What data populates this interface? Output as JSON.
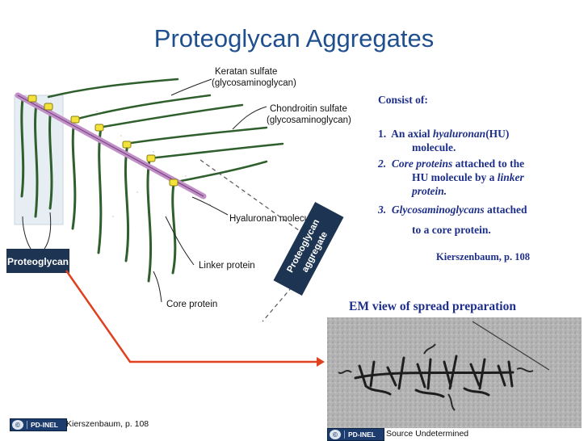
{
  "title": "Proteoglycan Aggregates",
  "diagram": {
    "labels": {
      "keratan": [
        "Keratan sulfate",
        "(glycosaminoglycan)"
      ],
      "chondroitin": [
        "Chondroitin sulfate",
        "(glycosaminoglycan)"
      ],
      "hyaluronan": "Hyaluronan molecule",
      "linker": "Linker protein",
      "core": "Core protein",
      "aggregate": [
        "Proteoglycan",
        "aggregate"
      ],
      "proteoglycan": "Proteoglycan"
    }
  },
  "text": {
    "consist": "Consist of:",
    "items": [
      {
        "num": "1.",
        "pre": "An axial ",
        "em": "hyaluronan",
        "post": "(HU)",
        "cont": "molecule."
      },
      {
        "num": "2.",
        "em": "Core proteins",
        "post": " attached to the",
        "cont": "HU molecule by a ",
        "cont_em": "linker",
        "cont2_em": "protein."
      },
      {
        "num": "3.",
        "em": "Glycosaminoglycans",
        "post": " attached",
        "cont": "to a core protein."
      }
    ],
    "citation": "Kierszenbaum, p. 108"
  },
  "em_title": "EM view of spread preparation",
  "badges": {
    "left": {
      "cc": "©",
      "text": "PD-INEL",
      "credit": "Kierszenbaum, p. 108"
    },
    "right": {
      "cc": "©",
      "text": "PD-INEL",
      "credit": "Source Undetermined"
    }
  },
  "colors": {
    "title": "#1f4f8f",
    "body_text": "#1e2f8a",
    "arrow": "#e0401f",
    "chain": "#2f5f2c",
    "core_protein": "#f2e23a",
    "hyaluronan": "#c28fc9"
  }
}
